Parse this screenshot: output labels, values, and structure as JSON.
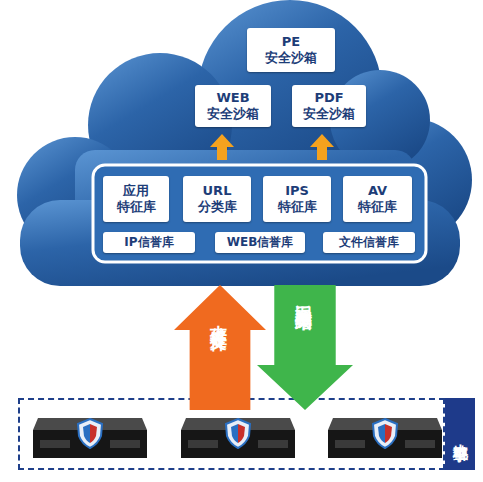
{
  "diagram": {
    "nodes": [
      {
        "text": [
          "PE 安全沙箱"
        ]
      },
      {
        "text": [
          "WEB 安全沙箱"
        ]
      },
      {
        "text": [
          "PDF 安全沙箱"
        ]
      },
      {
        "text": [
          "应用 特征库"
        ]
      },
      {
        "text": [
          "URL 分类库"
        ]
      },
      {
        "text": [
          "IPS 特征库"
        ]
      },
      {
        "text": [
          "AV 特征库"
        ]
      },
      {
        "text": [
          "IP信誉库"
        ]
      },
      {
        "text": [
          "WEB信誉库"
        ]
      },
      {
        "text": [
          "文件信誉库"
        ]
      },
      {
        "text": [
          "上传可疑文件"
        ]
      },
      {
        "text": [
          "返回检测结果"
        ]
      },
      {
        "text": [
          "本地引擎"
        ]
      }
    ]
  }
}
